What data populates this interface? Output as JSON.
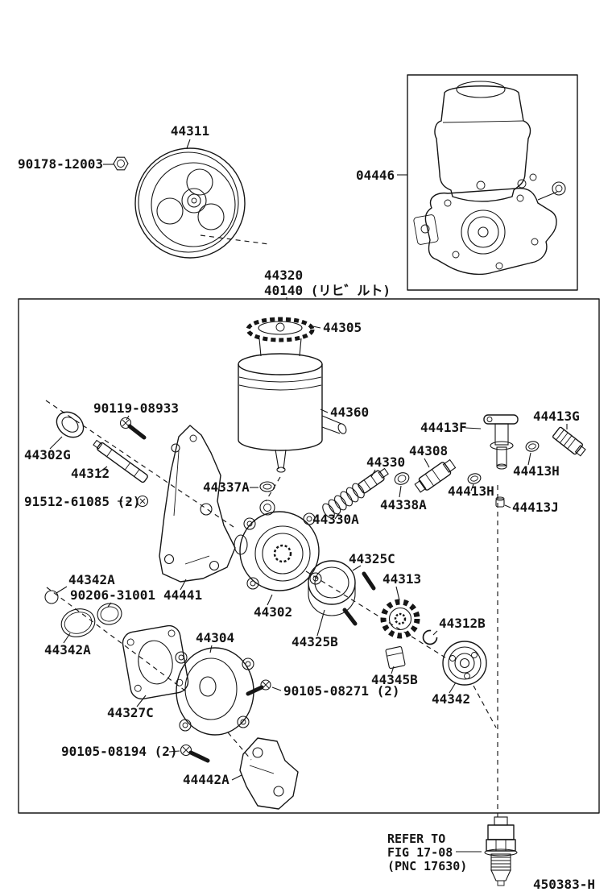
{
  "drawing": {
    "id": "450383-H",
    "line_color": "#161616",
    "background": "#ffffff"
  },
  "callouts": {
    "pulley": "44311",
    "pulley_nut": "90178-12003",
    "gasket_kit": "04446",
    "pump_assembly": "44320",
    "pump_assembly_reman": "40140 (リヒ゛ルト)",
    "reservoir_cap": "44305",
    "reservoir": "44360",
    "bracket_bolt": "90119-08933",
    "shaft_seal": "44302G",
    "pump_shaft": "44312",
    "union_bolt_pair": "91512-61085 (2)",
    "suction_oring": "44337A",
    "flow_control_valve": "44330",
    "valve_oring": "44338A",
    "valve_spring": "44330A",
    "pressure_union": "44308",
    "fitting_f": "44413F",
    "fitting_g": "44413G",
    "fitting_ring_right": "44413H",
    "fitting_ring_mid": "44413H",
    "fitting_plug": "44413J",
    "side_plate_ring": "44325C",
    "rotor_set": "44313",
    "rear_bracket": "44441",
    "pump_housing_rear": "44302",
    "cam_ring": "44325B",
    "vane_plate": "44345B",
    "snap_ring": "44312B",
    "seal_flange": "44342",
    "oring_small": "44342A",
    "oring_inner": "90206-31001",
    "oring_large": "44342A",
    "housing_gasket": "44327C",
    "pump_housing_front": "44304",
    "housing_bolt_pair": "90105-08271 (2)",
    "bracket_bolt_pair": "90105-08194 (2)",
    "front_bracket": "44442A"
  },
  "note": {
    "line1": "REFER TO",
    "line2": "FIG 17-08",
    "line3": "(PNC 17630)"
  }
}
